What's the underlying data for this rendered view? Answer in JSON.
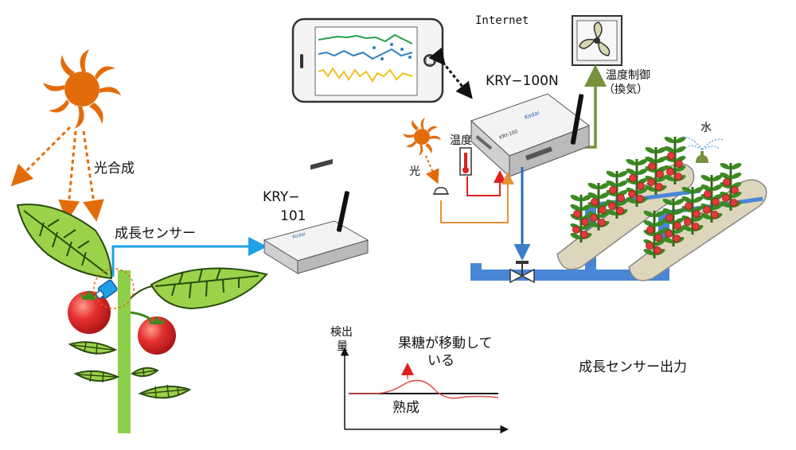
{
  "labels": {
    "photosynthesis": "光合成",
    "growth_sensor": "成長センサー",
    "kry101_line1": "KRY−",
    "kry101_line2": "101",
    "internet": "Internet",
    "kry100n": "KRY−100N",
    "temp_control_line1": "温度制御",
    "temp_control_line2": "（換気）",
    "water": "水",
    "temperature": "温度",
    "light": "光",
    "detection_line1": "検出",
    "detection_line2": "量",
    "sugar_line1": "果糖が移動して",
    "sugar_line2": "いる",
    "ripening": "熟成",
    "sensor_output": "成長センサー出力"
  },
  "devices": {
    "kry101_panel_text": "Kodai",
    "kry100n_panel_text": "Kodai",
    "kry100n_model_text": "KRY-100"
  },
  "colors": {
    "sun": "#e36c0a",
    "sensor_line": "#1ea0e6",
    "control_line": "#76923c",
    "water_pipe": "#4a86d6",
    "signal_red": "#e02020",
    "signal_orange": "#e69138",
    "leaf": "#9bd24a",
    "tomato": "#e03030",
    "stem": "#8cd04a",
    "ridge": "#ddd6bc"
  }
}
